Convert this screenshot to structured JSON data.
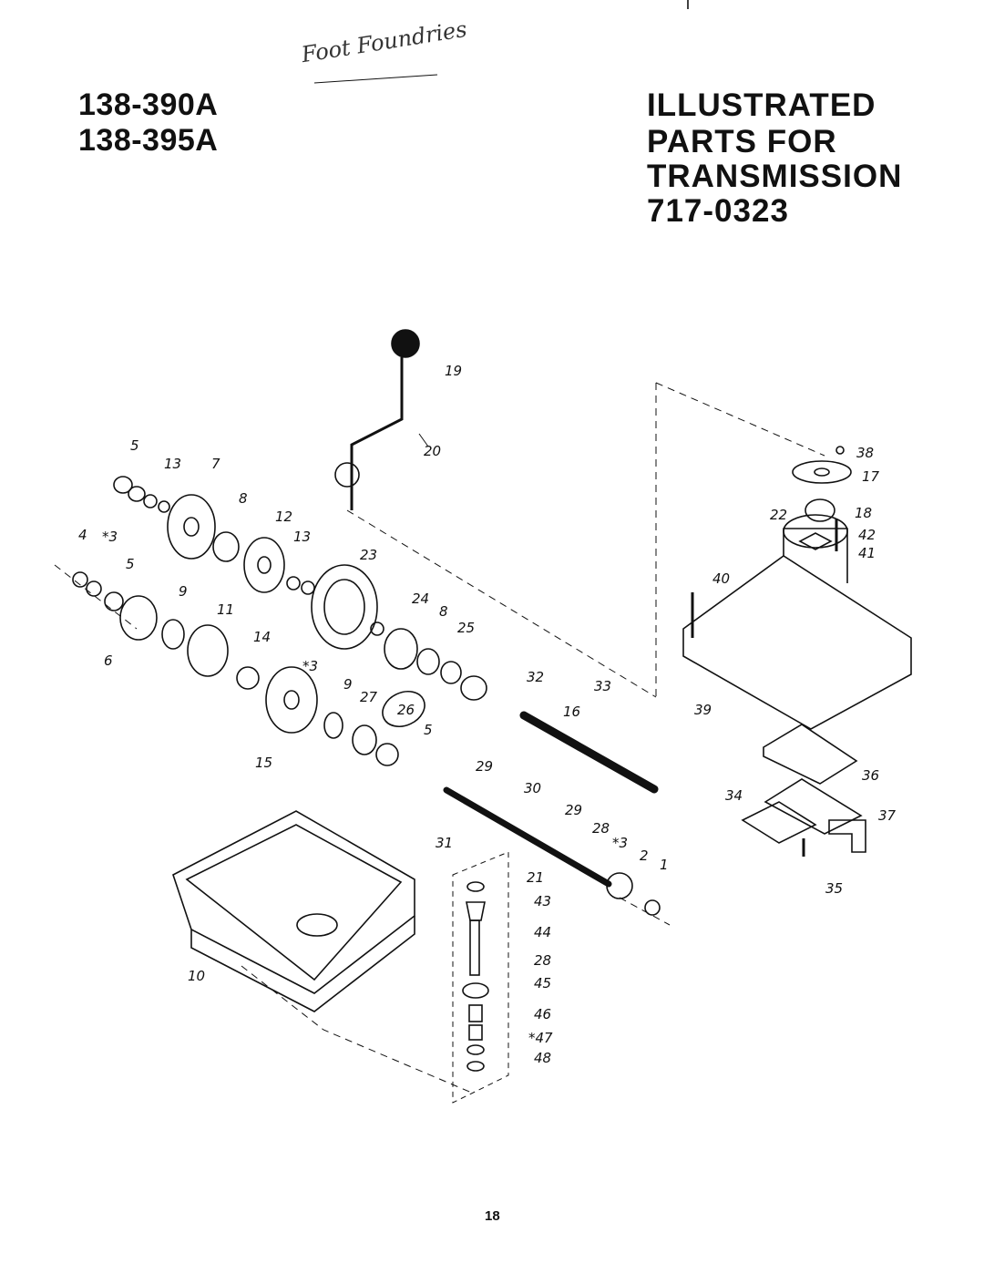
{
  "models": [
    "138-390A",
    "138-395A"
  ],
  "title_lines": [
    "ILLUSTRATED",
    "PARTS FOR",
    "TRANSMISSION",
    "717-0323"
  ],
  "handwritten_note": "Foot Foundries",
  "page_number": "18",
  "callouts": [
    "19",
    "20",
    "5",
    "13",
    "7",
    "8",
    "12",
    "13",
    "4",
    "*3",
    "5",
    "9",
    "11",
    "14",
    "6",
    "23",
    "24",
    "8",
    "25",
    "*3",
    "9",
    "27",
    "26",
    "5",
    "15",
    "32",
    "33",
    "16",
    "29",
    "30",
    "29",
    "28",
    "*3",
    "2",
    "1",
    "31",
    "21",
    "43",
    "44",
    "28",
    "45",
    "46",
    "*47",
    "48",
    "10",
    "38",
    "17",
    "22",
    "18",
    "42",
    "41",
    "40",
    "39",
    "36",
    "34",
    "37",
    "35"
  ]
}
